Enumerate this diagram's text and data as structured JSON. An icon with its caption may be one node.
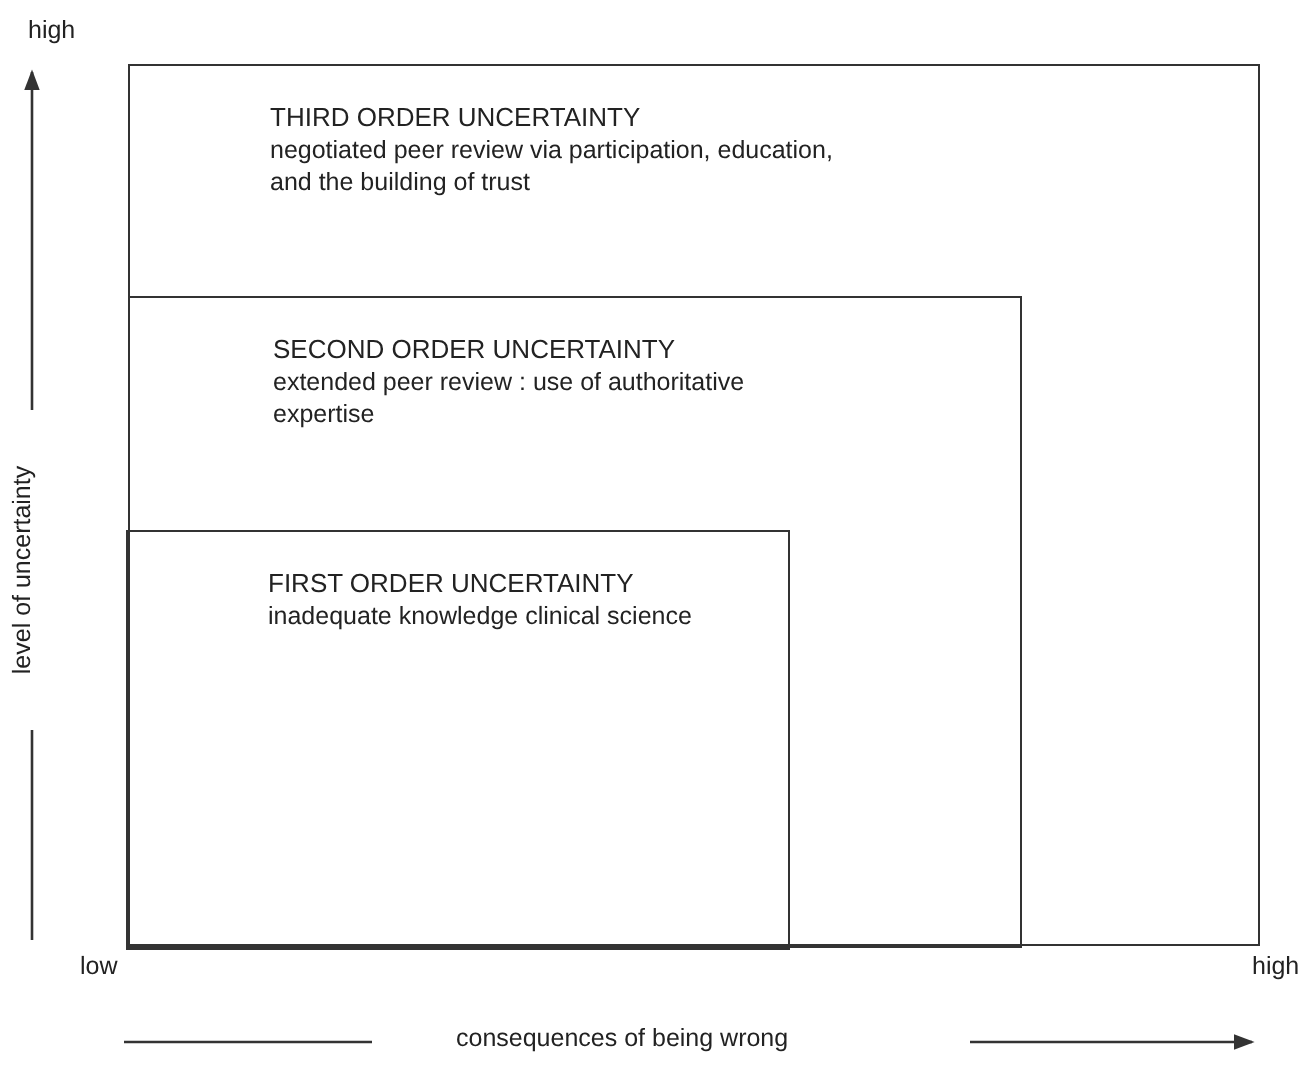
{
  "diagram": {
    "nodes": [
      {
        "text": [
          "THIRD ORDER UNCERTAINTY",
          "negotiated peer review via participation, education, and the building of trust"
        ]
      },
      {
        "text": [
          "SECOND ORDER UNCERTAINTY",
          "extended peer review : use of authoritative expertise"
        ],
        "in": 0
      },
      {
        "text": [
          "FIRST ORDER UNCERTAINTY",
          "inadequate knowledge clinical science"
        ],
        "in": 1
      }
    ],
    "edges": [],
    "labels": [
      "high",
      "level of uncertainty",
      "low",
      "high",
      "consequences of being wrong"
    ]
  }
}
